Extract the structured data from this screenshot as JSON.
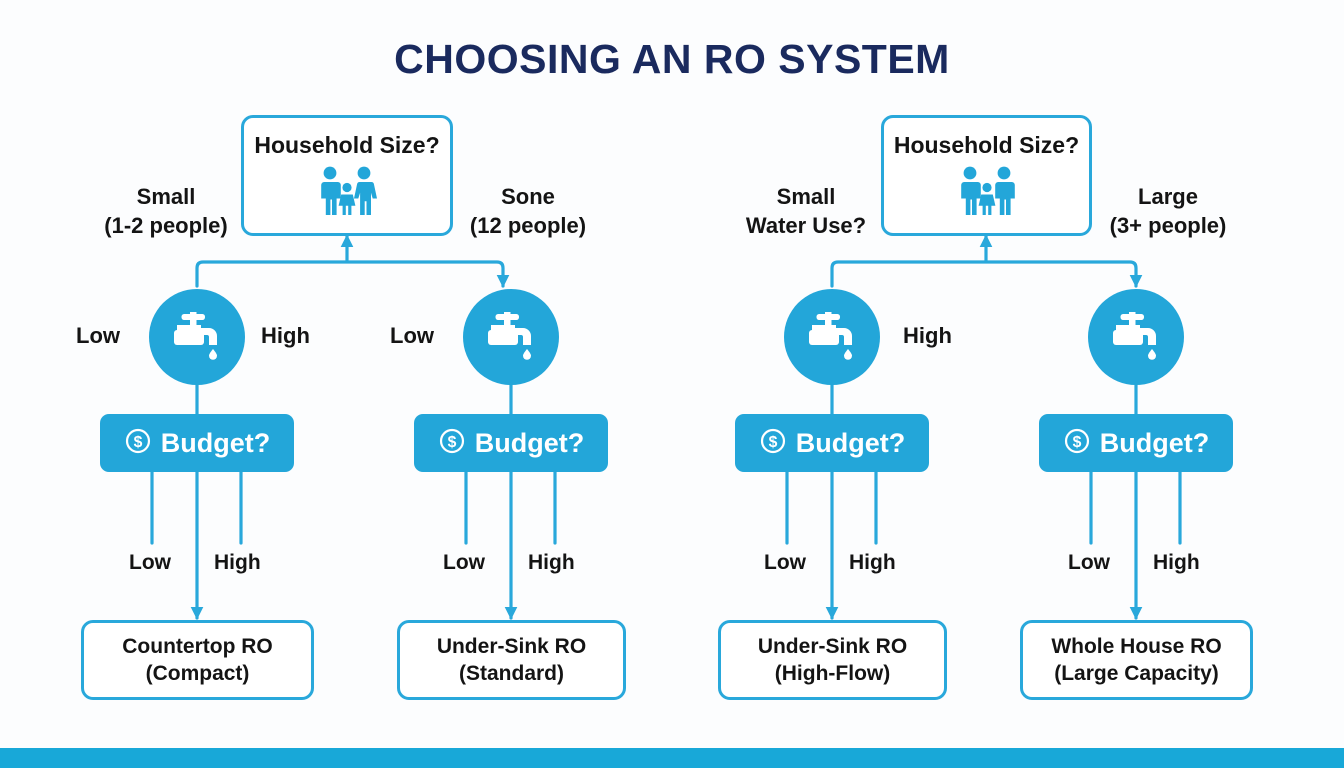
{
  "title": "CHOOSING AN RO SYSTEM",
  "theme": {
    "background": "#fcfdfe",
    "title_color": "#1a2a5e",
    "accent": "#23a6d9",
    "outline": "#29a8db",
    "text": "#141414",
    "white": "#ffffff"
  },
  "bottom_bar": {
    "color": "#18a8d8"
  },
  "groups": [
    {
      "id": "group-left",
      "decision": {
        "label": "Household Size?",
        "icon": "family-people-icon",
        "left_label_line1": "Small",
        "left_label_line2": "(1-2 people)",
        "right_label_line1": "Sone",
        "right_label_line2": "(12 people)"
      },
      "branches": [
        {
          "id": "branch-1",
          "circle_icon": "faucet-icon",
          "circle_left_label": "Low",
          "circle_right_label": "High",
          "budget": {
            "icon": "dollar-circle-icon",
            "label": "Budget?"
          },
          "budget_low_label": "Low",
          "budget_high_label": "High",
          "result_line1": "Countertop RO",
          "result_line2": "(Compact)"
        },
        {
          "id": "branch-2",
          "circle_icon": "faucet-icon",
          "circle_left_label": "Low",
          "circle_right_label": "",
          "budget": {
            "icon": "dollar-circle-icon",
            "label": "Budget?"
          },
          "budget_low_label": "Low",
          "budget_high_label": "High",
          "result_line1": "Under-Sink RO",
          "result_line2": "(Standard)"
        }
      ]
    },
    {
      "id": "group-right",
      "decision": {
        "label": "Household Size?",
        "icon": "family-people-icon",
        "left_label_line1": "Small",
        "left_label_line2": "Water Use?",
        "right_label_line1": "Large",
        "right_label_line2": "(3+ people)"
      },
      "branches": [
        {
          "id": "branch-3",
          "circle_icon": "faucet-icon",
          "circle_left_label": "",
          "circle_right_label": "High",
          "budget": {
            "icon": "dollar-circle-icon",
            "label": "Budget?"
          },
          "budget_low_label": "Low",
          "budget_high_label": "High",
          "result_line1": "Under-Sink RO",
          "result_line2": "(High-Flow)"
        },
        {
          "id": "branch-4",
          "circle_icon": "faucet-icon",
          "circle_left_label": "",
          "circle_right_label": "",
          "budget": {
            "icon": "dollar-circle-icon",
            "label": "Budget?"
          },
          "budget_low_label": "Low",
          "budget_high_label": "High",
          "result_line1": "Whole House RO",
          "result_line2": "(Large Capacity)"
        }
      ]
    }
  ]
}
